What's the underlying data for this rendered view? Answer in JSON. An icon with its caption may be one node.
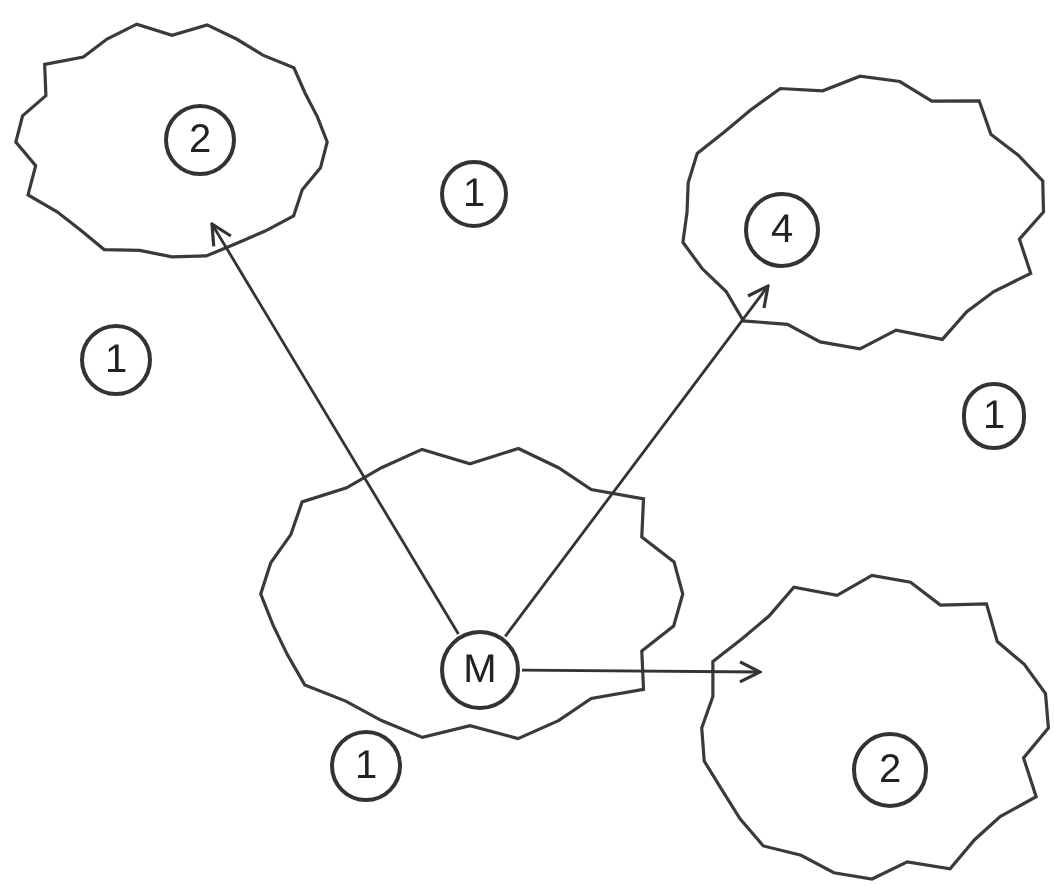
{
  "diagram": {
    "nodes": [
      {
        "text": [],
        "shape": "cloud"
      },
      {
        "text": [
          "2"
        ],
        "in": 0
      },
      {
        "text": [
          "1"
        ]
      },
      {
        "text": [],
        "shape": "cloud"
      },
      {
        "text": [
          "4"
        ],
        "in": 3
      },
      {
        "text": [
          "1"
        ]
      },
      {
        "text": [
          "1"
        ]
      },
      {
        "text": [],
        "shape": "cloud"
      },
      {
        "text": [
          "M"
        ],
        "in": 7
      },
      {
        "text": [],
        "shape": "cloud"
      },
      {
        "text": [
          "2"
        ],
        "in": 9
      },
      {
        "text": [
          "1"
        ]
      }
    ],
    "edges": [
      {
        "from": 8,
        "to": 0,
        "arrow": "to"
      },
      {
        "from": 8,
        "to": 3,
        "arrow": "to"
      },
      {
        "from": 8,
        "to": 9,
        "arrow": "to"
      }
    ]
  }
}
